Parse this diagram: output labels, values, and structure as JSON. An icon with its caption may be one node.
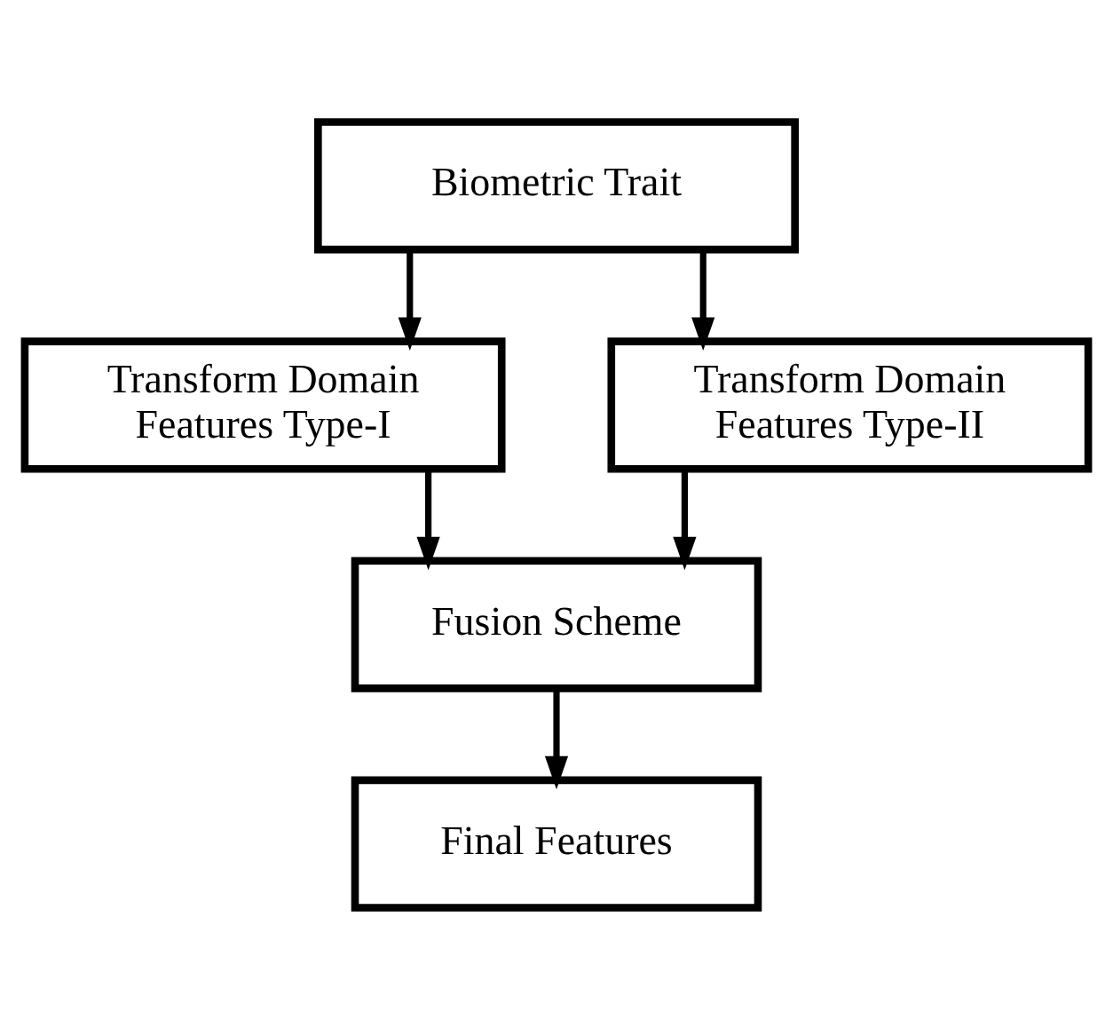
{
  "diagram": {
    "nodes": [
      {
        "text": [
          "Biometric Trait"
        ]
      },
      {
        "text": [
          "Transform Domain Features Type-I"
        ]
      },
      {
        "text": [
          "Transform Domain Features Type-II"
        ]
      },
      {
        "text": [
          "Fusion Scheme"
        ]
      },
      {
        "text": [
          "Final Features"
        ]
      }
    ],
    "edges": [
      {
        "from": 0,
        "to": 1,
        "arrow": "to"
      },
      {
        "from": 0,
        "to": 2,
        "arrow": "to"
      },
      {
        "from": 1,
        "to": 3,
        "arrow": "to"
      },
      {
        "from": 2,
        "to": 3,
        "arrow": "to"
      },
      {
        "from": 3,
        "to": 4,
        "arrow": "to"
      }
    ]
  }
}
